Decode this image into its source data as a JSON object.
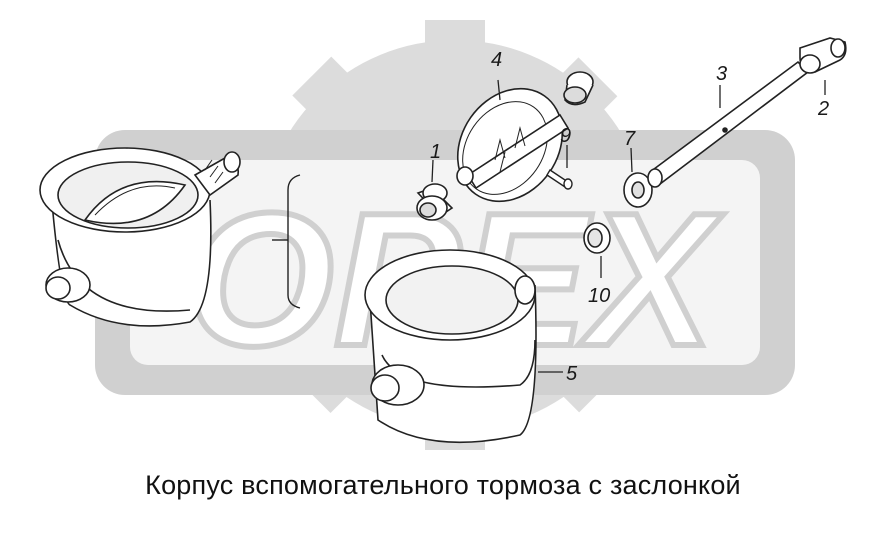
{
  "watermark": {
    "text": "ОРЕХ",
    "color": "#d6d6d6"
  },
  "callouts": [
    {
      "id": "1",
      "label": "1"
    },
    {
      "id": "2",
      "label": "2"
    },
    {
      "id": "3",
      "label": "3"
    },
    {
      "id": "4",
      "label": "4"
    },
    {
      "id": "5",
      "label": "5"
    },
    {
      "id": "7",
      "label": "7"
    },
    {
      "id": "9",
      "label": "9"
    },
    {
      "id": "10",
      "label": "10"
    }
  ],
  "caption": "Корпус вспомогательного тормоза с заслонкой"
}
